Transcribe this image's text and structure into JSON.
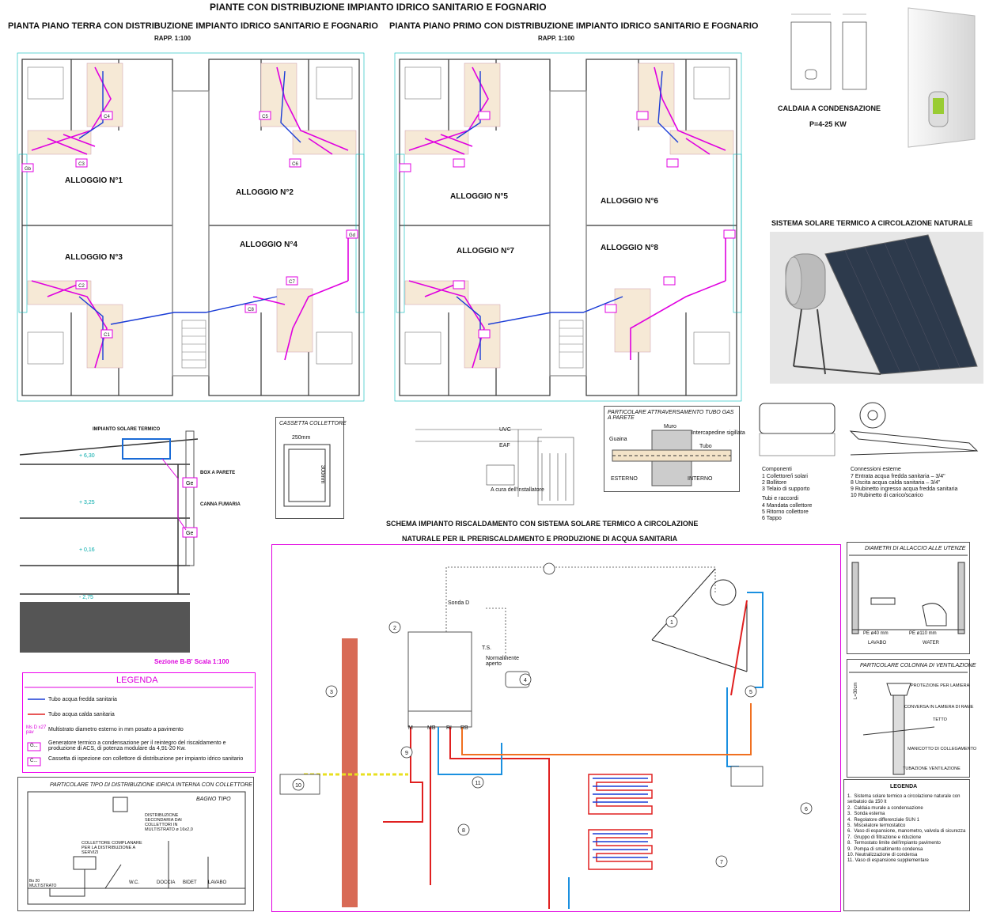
{
  "main_title": "PIANTE CON DISTRIBUZIONE IMPIANTO IDRICO SANITARIO E FOGNARIO",
  "plan_ground": {
    "title": "PIANTA PIANO TERRA CON DISTRIBUZIONE IMPIANTO IDRICO SANITARIO E FOGNARIO",
    "scale": "RAPP. 1:100",
    "units": [
      "ALLOGGIO N°1",
      "ALLOGGIO N°2",
      "ALLOGGIO N°3",
      "ALLOGGIO N°4"
    ],
    "tags": [
      "C4",
      "C3",
      "C5",
      "C6",
      "C1",
      "C2",
      "C7",
      "C8",
      "Gb",
      "Gd"
    ]
  },
  "plan_first": {
    "title": "PIANTA PIANO PRIMO CON DISTRIBUZIONE IMPIANTO IDRICO SANITARIO E FOGNARIO",
    "scale": "RAPP. 1:100",
    "units": [
      "ALLOGGIO N°5",
      "ALLOGGIO N°6",
      "ALLOGGIO N°7",
      "ALLOGGIO N°8"
    ]
  },
  "boiler": {
    "title": "CALDAIA A CONDENSAZIONE",
    "power": "P=4-25 KW"
  },
  "solar": {
    "title": "SISTEMA SOLARE TERMICO A CIRCOLAZIONE NATURALE"
  },
  "section": {
    "labels": [
      "IMPIANTO SOLARE TERMICO",
      "BOX A PARETE",
      "CANNA FUMARIA"
    ],
    "levels": [
      "+ 6,30",
      "+ 3,25",
      "+ 0,16",
      "- 2,75"
    ],
    "tags": [
      "Ge",
      "Ge"
    ],
    "caption": "Sezione B-B'  Scala 1:100"
  },
  "cassetta": {
    "title": "CASSETTA COLLETTORE",
    "width": "250mm",
    "height": "300mm"
  },
  "gas_detail": {
    "title": "PARTICOLARE ATTRAVERSAMENTO TUBO GAS A PARETE",
    "labels": [
      "Muro",
      "Guaina",
      "Intercapedine sigillata",
      "Tubo",
      "ESTERNO",
      "INTERNO"
    ]
  },
  "small_schema": {
    "note": "A cura dell'installatore",
    "inputs": [
      "UVC",
      "EAF"
    ]
  },
  "heating_schema": {
    "title_line1": "SCHEMA IMPIANTO RISCALDAMENTO CON SISTEMA SOLARE TERMICO A CIRCOLAZIONE",
    "title_line2": "NATURALE PER IL PRERISCALDAMENTO E PRODUZIONE  DI ACQUA SANITARIA",
    "labels": [
      "Sonda D",
      "T.S.",
      "Normalmente aperto"
    ],
    "connections": [
      "M",
      "MB",
      "RI",
      "RB"
    ]
  },
  "legend_main": {
    "title": "LEGENDA",
    "items": [
      "Tubo acqua fredda sanitaria",
      "Tubo acqua calda sanitaria",
      "Multistrato diametro esterno in mm posato a pavimento",
      "Generatore termico a condensazione per il reintegro del riscaldamento e produzione di ACS, di potenza modulare da 4,91-20 Kw.",
      "Cassetta di ispezione con collettore di distribuzione per impianto idrico sanitario"
    ],
    "symbols": [
      "Ms D x27 pav",
      "G...",
      "C..."
    ],
    "colors": {
      "cold": "#1a3cd6",
      "hot": "#e02020",
      "accent": "#e000e0"
    }
  },
  "bath_detail": {
    "title": "PARTICOLARE TIPO DI DISTRIBUZIONE IDRICA INTERNA CON COLLETTORE",
    "room": "BAGNO TIPO",
    "labels": [
      "DISTRIBUZIONE SECONDARIA DAI COLLETTORI IN MULTISTRATO ø 16x2,0",
      "COLLETTORE COMPLANARE PER LA DISTRIBUZIONE A SERVIZI",
      "W.C.",
      "DOCCIA",
      "BIDET",
      "LAVABO",
      "Bo 20 MULTISTRATO"
    ]
  },
  "diametri": {
    "title": "DIAMETRI DI ALLACCIO ALLE UTENZE",
    "items": [
      "PE ø40 mm",
      "PE ø110 mm",
      "LAVABO",
      "WATER"
    ]
  },
  "ventilazione": {
    "title": "PARTICOLARE COLONNA DI VENTILAZIONE",
    "items": [
      "PROTEZIONE PER LAMIERA",
      "CONVERSA IN LAMIERA DI RAME",
      "TETTO",
      "MANICOTTO DI COLLEGAMENTO",
      "TUBAZIONE VENTILAZIONE"
    ],
    "dim": "L=30cm"
  },
  "legend_schema": {
    "title": "LEGENDA",
    "items": [
      "Sistema solare termico a circolazione naturale con serbatoio da 150 lt",
      "Caldaia murale a condensazione",
      "Sonda esterna",
      "Regolatore differenziale SUN 1",
      "Miscelatore termostatico",
      "Vaso di espansione, manometro, valvola di sicurezza",
      "Gruppo di filtrazione e riduzione",
      "Termostato limite dell'impianto pavimento",
      "Pompa di smaltimento condensa",
      "Neutralizzazione di condensa",
      "Vaso di espansione supplementare"
    ]
  },
  "tank_detail": {
    "components_title": "Componenti",
    "components": [
      "1  Collettore/i solari",
      "2  Bollitore",
      "3  Telaio di supporto"
    ],
    "tubes_title": "Tubi e raccordi",
    "tubes": [
      "4  Mandata collettore",
      "5  Ritorno collettore",
      "6  Tappo"
    ],
    "connections_title": "Connessioni esterne",
    "connections": [
      "7  Entrata acqua fredda sanitaria – 3/4\"",
      "8  Uscita acqua calda sanitaria – 3/4\"",
      "9  Rubinetto ingresso acqua fredda sanitaria",
      "10  Rubinetto di carico/scarico"
    ]
  }
}
